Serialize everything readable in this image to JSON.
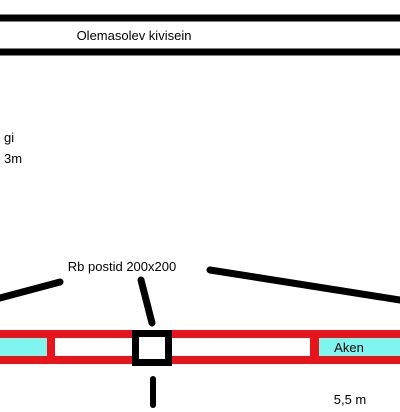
{
  "labels": {
    "existing_wall": "Olemasolev kivisein",
    "side_text_line1": "gi",
    "side_text_line2": "3m",
    "posts": "Rb postid 200x200",
    "window": "Aken",
    "dimension": "5,5 m"
  },
  "colors": {
    "background": "#ffffff",
    "line": "#000000",
    "beam": "#e8141c",
    "window_fill": "#7ff5ef",
    "opening_fill": "#ffffff"
  }
}
